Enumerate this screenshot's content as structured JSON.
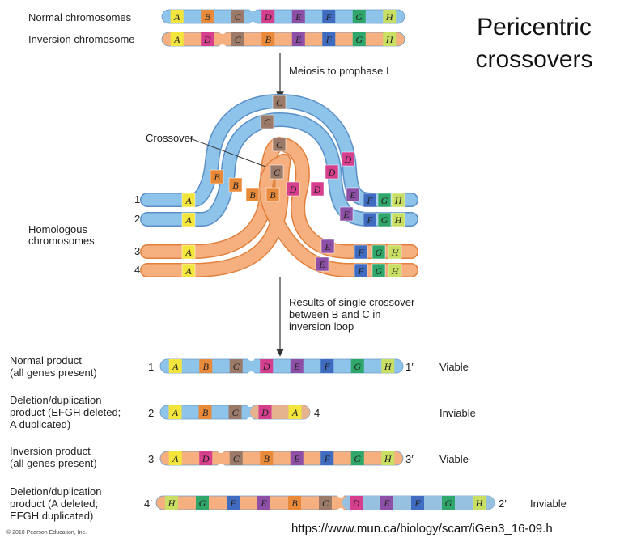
{
  "title": "Pericentric crossovers",
  "url": "https://www.mun.ca/biology/scarr/iGen3_16-09.h",
  "copyright": "© 2010 Pearson Education, Inc.",
  "top": {
    "normal_label": "Normal chromosomes",
    "inversion_label": "Inversion chromosome",
    "normal_genes": [
      "A",
      "B",
      "C",
      "D",
      "E",
      "F",
      "G",
      "H"
    ],
    "inversion_genes": [
      "A",
      "D",
      "C",
      "B",
      "E",
      "F",
      "G",
      "H"
    ]
  },
  "step1": "Meiosis to prophase I",
  "crossover_label": "Crossover",
  "homologous_label": [
    "Homologous",
    "chromosomes"
  ],
  "strand_numbers_left": [
    "1",
    "2",
    "3",
    "4"
  ],
  "strand_numbers_right": [
    "1′",
    "2′",
    "3′",
    "4′"
  ],
  "step2": [
    "Results of single crossover",
    "between B and C in",
    "inversion loop"
  ],
  "loop_genes": {
    "c": "C",
    "d": "D",
    "e": "E",
    "b": "B",
    "f": "F",
    "g": "G",
    "h": "H",
    "a": "A"
  },
  "products": [
    {
      "label": [
        "Normal product",
        "(all genes present)"
      ],
      "left": "1",
      "right": "1′",
      "genes": [
        "A",
        "B",
        "C",
        "D",
        "E",
        "F",
        "G",
        "H"
      ],
      "result": "Viable"
    },
    {
      "label": [
        "Deletion/duplication",
        "product (EFGH deleted;",
        "A duplicated)"
      ],
      "left": "2",
      "right": "4",
      "genes": [
        "A",
        "B",
        "C",
        "D",
        "A"
      ],
      "result": "Inviable"
    },
    {
      "label": [
        "Inversion product",
        "(all genes present)"
      ],
      "left": "3",
      "right": "3′",
      "genes": [
        "A",
        "D",
        "C",
        "B",
        "E",
        "F",
        "G",
        "H"
      ],
      "result": "Viable"
    },
    {
      "label": [
        "Deletion/duplication",
        "product (A deleted;",
        "EFGH duplicated)"
      ],
      "left": "4′",
      "right": "2′",
      "genes": [
        "H",
        "G",
        "F",
        "E",
        "B",
        "C",
        "D",
        "E",
        "F",
        "G",
        "H"
      ],
      "result": "Inviable"
    }
  ],
  "colors": {
    "blue": "#8ec3ea",
    "orange": "#f6b07f",
    "A": "#f3e53c",
    "B": "#e88a3a",
    "C": "#9b7a6a",
    "D": "#d63e8e",
    "E": "#8e4fa6",
    "F": "#3f6cc0",
    "G": "#2fa66a",
    "H": "#c8df64"
  }
}
